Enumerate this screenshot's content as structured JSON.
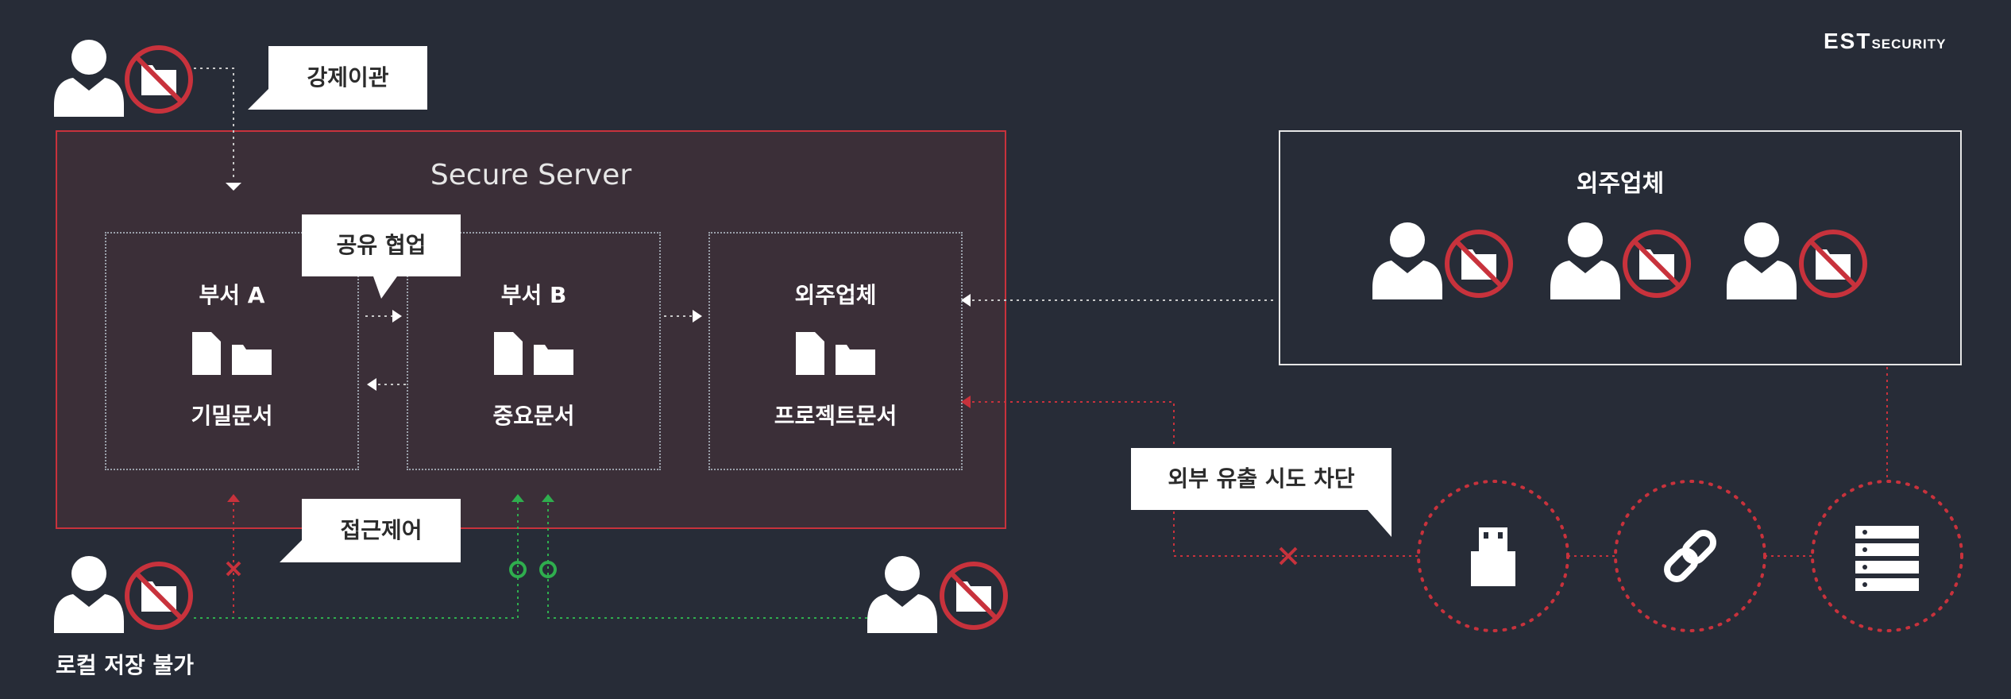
{
  "logo": {
    "est": "EST",
    "security": "SECURITY"
  },
  "server": {
    "title": "Secure Server"
  },
  "departments": [
    {
      "name": "부서 A",
      "doc": "기밀문서"
    },
    {
      "name": "부서 B",
      "doc": "중요문서"
    },
    {
      "name": "외주업체",
      "doc": "프로젝트문서"
    }
  ],
  "bubbles": {
    "force_transfer": "강제이관",
    "share": "공유 협업",
    "access_control": "접근제어",
    "block_leak": "외부 유출 시도 차단"
  },
  "vendor": {
    "title": "외주업체"
  },
  "captions": {
    "local_save": "로컬 저장 불가"
  },
  "colors": {
    "background": "#272c37",
    "server_fill": "#3b2f38",
    "red": "#c8323c",
    "green": "#2fae4e",
    "white": "#ffffff"
  },
  "icons": [
    "user-icon",
    "no-folder-icon",
    "document-icon",
    "folder-icon",
    "usb-icon",
    "link-icon",
    "server-rack-icon"
  ]
}
